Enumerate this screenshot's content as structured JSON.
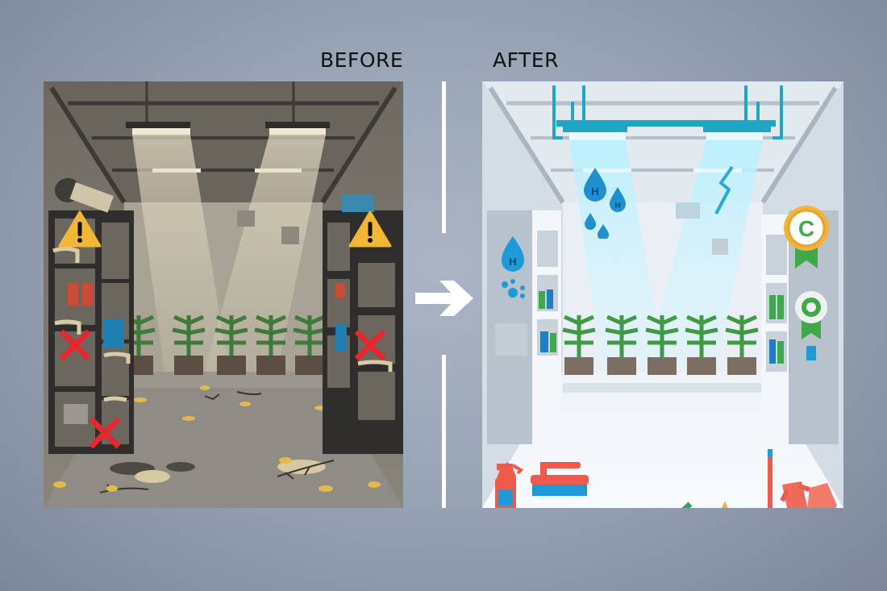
{
  "header": {
    "before_label": "BEFORE",
    "after_label": "AFTER"
  },
  "colors": {
    "background": "#9aa6b8",
    "before_wall": "#7d776c",
    "after_wall": "#dde5ec",
    "warning_yellow": "#f2b632",
    "x_red": "#e8262d",
    "cleaning_red": "#ef5a4a",
    "accent_teal": "#1ea6c4",
    "check_green": "#34a853",
    "star_gold": "#f2b632"
  },
  "before_panel": {
    "description": "Dirty grow room",
    "icons": [
      "warning-icon",
      "warning-icon",
      "x-mark-icon",
      "x-mark-icon",
      "x-mark-icon"
    ],
    "plant_count": 5
  },
  "after_panel": {
    "description": "Clean grow room",
    "icons": [
      "water-drop-h-icon",
      "lightning-icon",
      "certified-badge-icon",
      "approval-ribbon-icon",
      "spray-bottle-icon",
      "scrub-brush-icon",
      "cloth-icon",
      "shield-check-icon",
      "check-icon",
      "check-icon",
      "star-icon",
      "star-icon",
      "mop-icon",
      "gloves-icon",
      "no-symbol-icon"
    ],
    "badge_letter": "C",
    "drop_letter": "H",
    "plant_count": 5
  }
}
